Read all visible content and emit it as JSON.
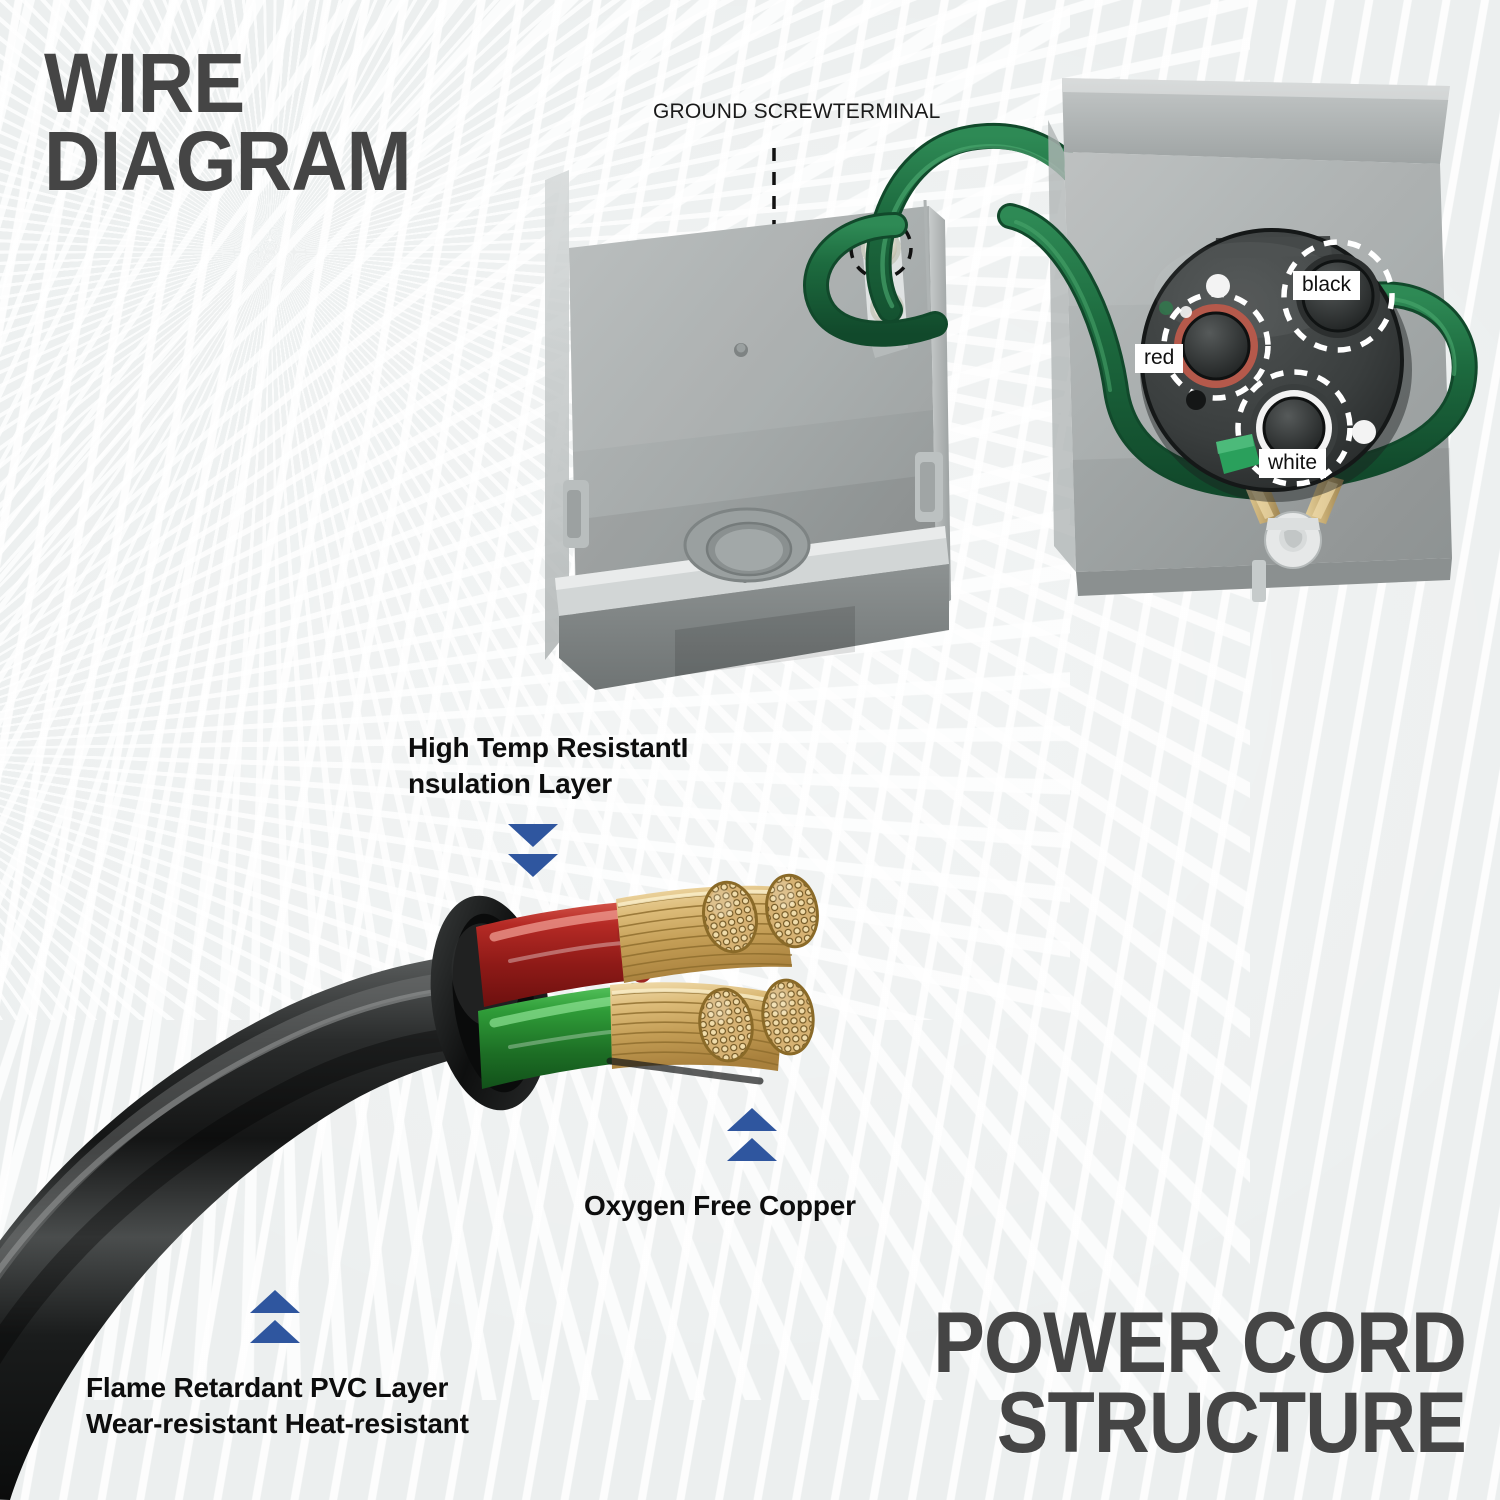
{
  "headings": {
    "wire_diagram": {
      "line1": "WIRE",
      "line2": "DIAGRAM"
    },
    "power_cord": {
      "line1": "POWER CORD",
      "line2": "STRUCTURE"
    }
  },
  "wire_diagram_section": {
    "ground_label": "GROUND SCREWTERMINAL",
    "terminal_labels": [
      {
        "id": "black",
        "text": "black",
        "ring_color": "#3a3a3a",
        "position": "upper-right"
      },
      {
        "id": "red",
        "text": "red",
        "ring_color": "#b5594b",
        "position": "left"
      },
      {
        "id": "white",
        "text": "white",
        "ring_color": "#f2f2f2",
        "position": "bottom-center"
      }
    ],
    "ground_wire_color": "#1d6b3f",
    "box_color": "#a9aeae"
  },
  "power_cord_section": {
    "callouts": [
      {
        "id": "insulation",
        "line1": "High Temp ResistantI",
        "line2": "nsulation Layer",
        "arrow": "down",
        "arrow_count": 2
      },
      {
        "id": "copper",
        "line1": "Oxygen Free Copper",
        "line2": "",
        "arrow": "up",
        "arrow_count": 2
      },
      {
        "id": "pvc",
        "line1": "Flame Retardant PVC Layer",
        "line2": "Wear-resistant Heat-resistant",
        "arrow": "up",
        "arrow_count": 2
      }
    ],
    "conductor_colors": {
      "red": "#b52a25",
      "green": "#2f9c38",
      "jacket": "#1b1b1b",
      "copper": "#d9b367"
    }
  },
  "theme": {
    "background": "#ecefef",
    "heading_color": "#454545",
    "callout_color": "#0d0d0d",
    "arrow_blue": "#2f569f",
    "chip_background": "#ffffff"
  }
}
